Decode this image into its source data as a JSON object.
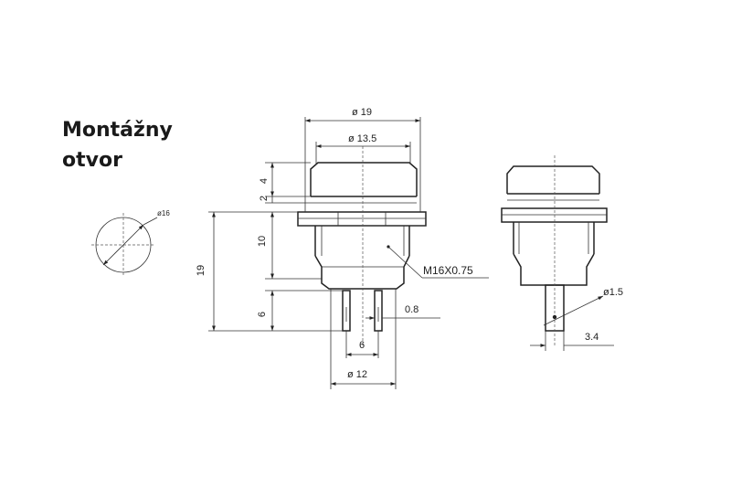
{
  "heading": {
    "line1": "Montážny",
    "line2": "otvor"
  },
  "mounting_hole": {
    "diameter_label": "ø16"
  },
  "front_view": {
    "dims": {
      "outer_diameter": "ø 19",
      "button_diameter": "ø 13.5",
      "cap_height": "4",
      "flange_height": "2",
      "body_height": "10",
      "total_height": "19",
      "terminal_height": "6",
      "terminal_thickness": "0.8",
      "terminal_spacing": "6",
      "base_diameter": "ø 12",
      "thread": "M16X0.75"
    }
  },
  "side_view": {
    "dims": {
      "hole_diameter": "ø1.5",
      "terminal_width": "3.4"
    }
  }
}
